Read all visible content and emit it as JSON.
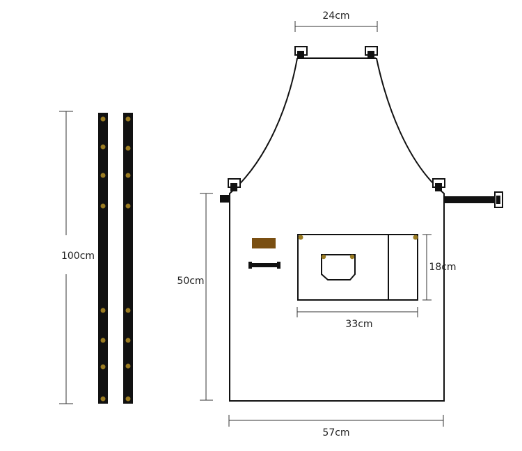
{
  "dimensions": {
    "neck_width": "24cm",
    "strap_length": "100cm",
    "body_height": "50cm",
    "pocket_height": "18cm",
    "pocket_width": "33cm",
    "apron_width": "57cm"
  },
  "colors": {
    "strap": "#111111",
    "rivet": "#9a7b22",
    "leather_patch": "#7a4f12",
    "outline": "#111111"
  },
  "icons": {
    "strap": "strap-with-rivets",
    "buckle": "metal-buckle"
  }
}
